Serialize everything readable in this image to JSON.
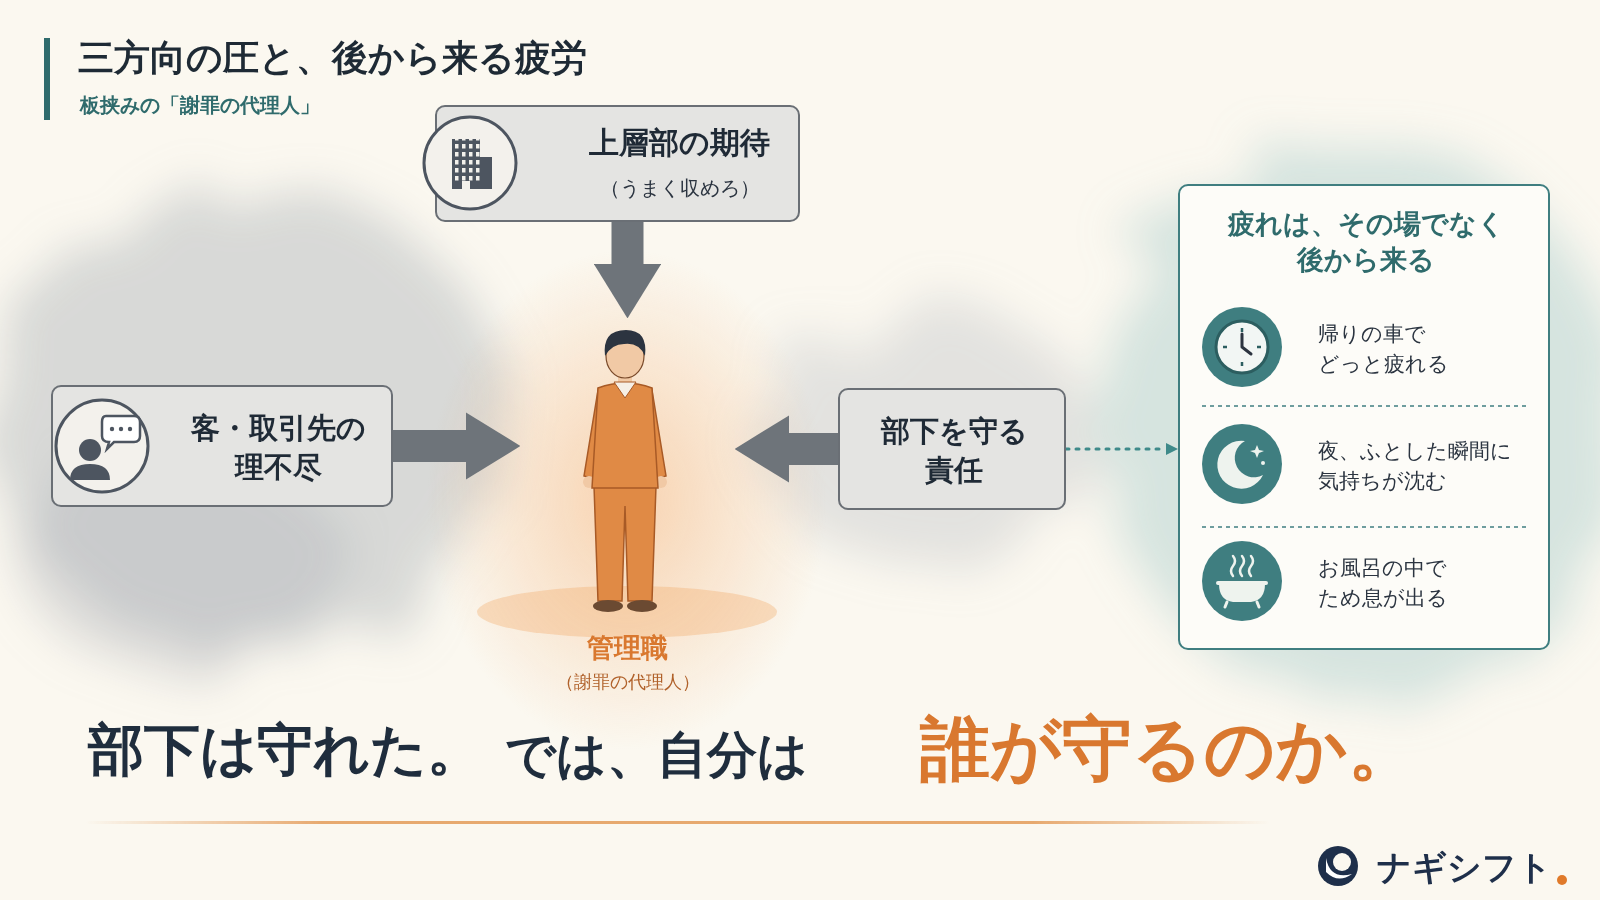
{
  "diagram": {
    "title": "三方向の圧と、後から来る疲労",
    "nodes": [
      {
        "text": [
          "上層部の期待",
          "（うまく収めろ）"
        ]
      },
      {
        "text": [
          "客・取引先の 理不尽"
        ]
      },
      {
        "text": [
          "部下を守る 責任"
        ]
      },
      {
        "text": [
          "管理職",
          "（謝罪の代理人）"
        ]
      },
      {
        "text": [
          "疲れは、その場でなく 後から来る",
          "帰りの車で どっと疲れる",
          "夜、ふとした瞬間に 気持ちが沈む",
          "お風呂の中で ため息が出る"
        ]
      }
    ],
    "edges": [
      {
        "from": 0,
        "to": 3,
        "arrow": "to"
      },
      {
        "from": 1,
        "to": 3,
        "arrow": "to"
      },
      {
        "from": 2,
        "to": 3,
        "arrow": "to"
      },
      {
        "from": 2,
        "to": 4,
        "arrow": "to"
      }
    ],
    "labels": [
      "板挟みの「謝罪の代理人」",
      "部下は守れた。",
      "では、自分は",
      "誰が守るのか。",
      "ナギシフト"
    ]
  }
}
